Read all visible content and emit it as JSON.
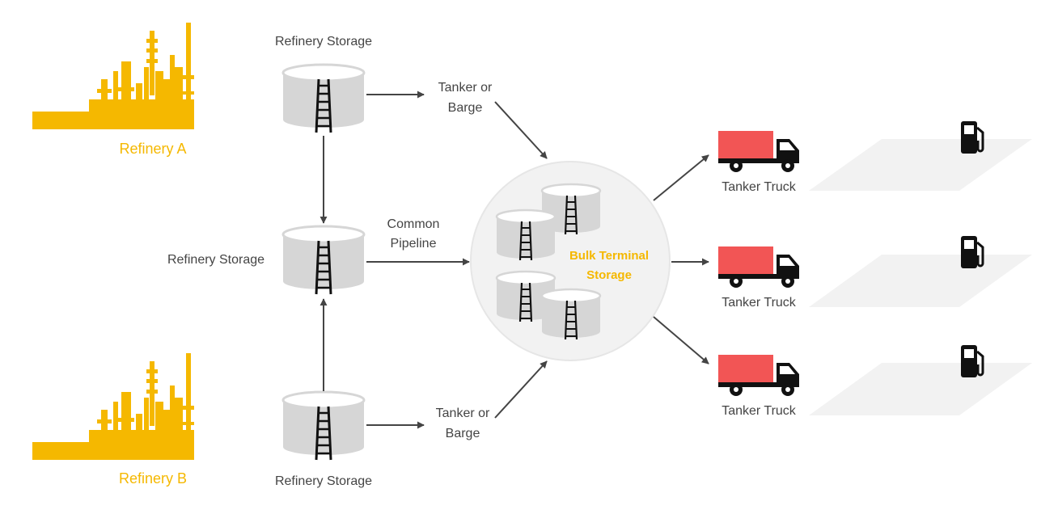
{
  "colors": {
    "refinery": "#f5b800",
    "terminal_label": "#f5b800",
    "truck_body": "#f25555",
    "truck_cab": "#111111",
    "tank": "#d6d6d6",
    "arrow": "#444444",
    "terminal_circle": "#f2f2f2",
    "station_pad": "#f2f2f2"
  },
  "refineries": {
    "a": {
      "label": "Refinery A",
      "icon": "refinery-icon"
    },
    "b": {
      "label": "Refinery B",
      "icon": "refinery-icon"
    }
  },
  "storage": {
    "top": {
      "label": "Refinery Storage"
    },
    "middle": {
      "label": "Refinery Storage"
    },
    "bottom": {
      "label": "Refinery Storage"
    }
  },
  "transport": {
    "tanker_top": {
      "line1": "Tanker or",
      "line2": "Barge"
    },
    "pipeline": {
      "line1": "Common",
      "line2": "Pipeline"
    },
    "tanker_bottom": {
      "line1": "Tanker or",
      "line2": "Barge"
    }
  },
  "terminal": {
    "line1": "Bulk Terminal",
    "line2": "Storage"
  },
  "trucks": [
    {
      "label": "Tanker Truck",
      "icon": "tanker-truck-icon"
    },
    {
      "label": "Tanker Truck",
      "icon": "tanker-truck-icon"
    },
    {
      "label": "Tanker Truck",
      "icon": "tanker-truck-icon"
    }
  ],
  "stations": [
    {
      "icon": "fuel-pump-icon"
    },
    {
      "icon": "fuel-pump-icon"
    },
    {
      "icon": "fuel-pump-icon"
    }
  ]
}
